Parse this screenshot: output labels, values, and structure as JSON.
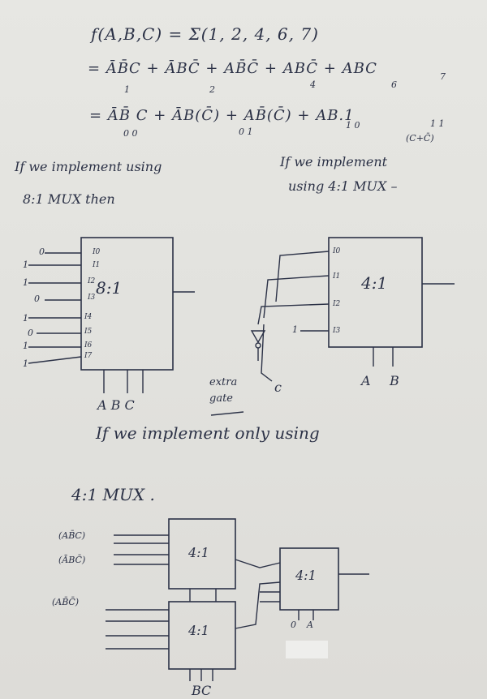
{
  "equations": {
    "line1": "f(A,B,C) = Σ(1, 2, 4, 6, 7)",
    "line2": "= ĀB̄C + ĀBC̄ + AB̄C̄ + ABC̄ + ABC",
    "line2_indices": [
      "1",
      "2",
      "4",
      "6",
      "7"
    ],
    "line3": "= ĀB̄ C + ĀB(C̄) + AB̄(C̄) + AB.1",
    "line3_pairs": [
      "0 0",
      "0 1",
      "1 0",
      "1 1"
    ],
    "line3_note": "(C+C̄)"
  },
  "section_8to1": {
    "heading_line1": "If we implement using",
    "heading_line2": "8:1 MUX then",
    "mux_label": "8:1",
    "inputs": [
      "I0",
      "I1",
      "I2",
      "I3",
      "I4",
      "I5",
      "I6",
      "I7"
    ],
    "input_values": [
      "0",
      "1",
      "1",
      "0",
      "1",
      "0",
      "1",
      "1"
    ],
    "selects": "A B C"
  },
  "section_4to1": {
    "heading_line1": "If we implement",
    "heading_line2": "using 4:1 MUX –",
    "mux_label": "4:1",
    "inputs": [
      "I0",
      "I1",
      "I2",
      "I3"
    ],
    "i3_value": "1",
    "extra_gate_label": "extra gate",
    "c_label": "c",
    "selects": [
      "A",
      "B"
    ]
  },
  "section_only": {
    "heading_line1": "If we implement only using",
    "heading_line2": "4:1 MUX .",
    "left_inputs": [
      "(AB̄C)",
      "(ĀBC̄)",
      "(AB̄C̄)"
    ],
    "mux_label": "4:1",
    "bottom_select": "BC",
    "final_select_0": "0",
    "final_select_A": "A"
  }
}
